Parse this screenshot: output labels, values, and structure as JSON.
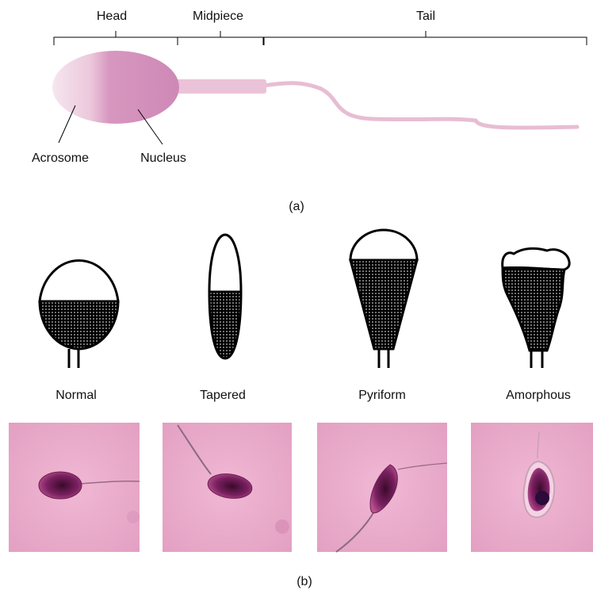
{
  "part_a": {
    "caption": "(a)",
    "regions": {
      "head": "Head",
      "midpiece": "Midpiece",
      "tail": "Tail"
    },
    "parts": {
      "acrosome": "Acrosome",
      "nucleus": "Nucleus"
    },
    "colors": {
      "acrosome_light": "#f1dae7",
      "nucleus": "#d28fb9",
      "midpiece": "#ebc3d9",
      "tail": "#e8bdd3"
    }
  },
  "part_b": {
    "caption": "(b)",
    "morphologies": [
      {
        "label": "Normal"
      },
      {
        "label": "Tapered"
      },
      {
        "label": "Pyriform"
      },
      {
        "label": "Amorphous"
      }
    ],
    "colors": {
      "photo_background": "#e8a9c9",
      "stain_dark": "#5a1240"
    }
  }
}
